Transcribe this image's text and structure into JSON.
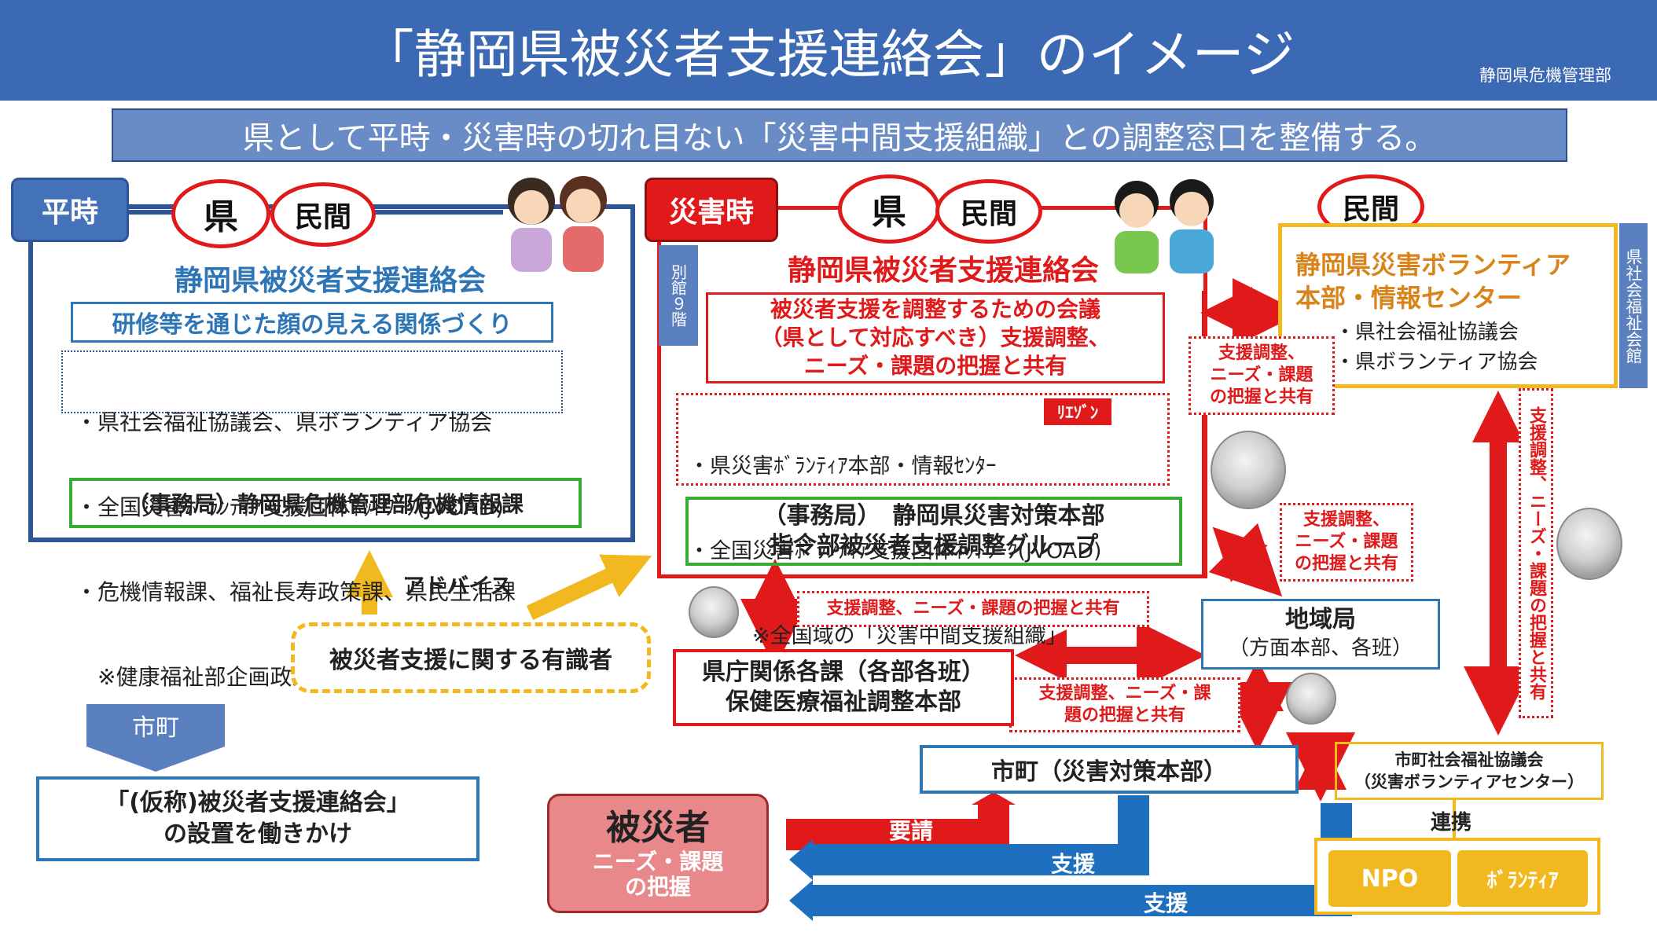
{
  "header": {
    "title": "「静岡県被災者支援連絡会」のイメージ",
    "department": "静岡県危機管理部"
  },
  "subtitle": "県として平時・災害時の切れ目ない「災害中間支援組織」との調整窓口を整備する。",
  "normal": {
    "tab": "平時",
    "pref": "県",
    "private": "民間",
    "name": "静岡県被災者支援連絡会",
    "sub": "研修等を通じた顔の見える関係づくり",
    "list": [
      "・県社会福祉協議会、県ボランティア協会",
      "・全国災害ﾎﾞﾗﾝﾃｨｱ支援団体ﾈｯﾄﾜｰｸ(JVOAD)",
      "・危機情報課、福祉長寿政策課、県民生活課",
      "　※健康福祉部企画政策課がオブザーバ参加"
    ],
    "secretariat": "（事務局）静岡県危機管理部危機情報課"
  },
  "disaster": {
    "tab": "災害時",
    "pref": "県",
    "private": "民間",
    "annex": "別館９階",
    "name": "静岡県被災者支援連絡会",
    "meeting": [
      "被災者支援を調整するための会議",
      "（県として対応すべき）支援調整、",
      "ニーズ・課題の把握と共有"
    ],
    "list": [
      "・県災害ﾎﾞﾗﾝﾃｨｱ本部・情報ｾﾝﾀｰ",
      "・全国災害ﾎﾞﾗﾝﾃｨｱ支援団体ﾈｯﾄﾜｰｸ(JVOAD)",
      "　　　※全国域の「災害中間支援組織」"
    ],
    "liaison": "ﾘｴｿﾞﾝ",
    "secretariat": [
      "（事務局）　静岡県災害対策本部",
      "指令部被災者支援調整グループ"
    ]
  },
  "volunteer_center": {
    "private": "民間",
    "name": [
      "静岡県災害ボランティア",
      "本部・情報センター"
    ],
    "list": [
      "・県社会福祉協議会",
      "・県ボランティア協会"
    ],
    "hall": "県社会福祉会館"
  },
  "labels": {
    "coord_3line": [
      "支援調整、",
      "ニーズ・課題",
      "の把握と共有"
    ],
    "coord_3line_b": [
      "支援調整、",
      "ニーズ・課題",
      "の把握と共有"
    ],
    "coord_1line": "支援調整、ニーズ・課題の把握と共有",
    "coord_2line": [
      "支援調整、ニーズ・課",
      "題の把握と共有"
    ],
    "coord_vertical": "支援調整、ニーズ・課題の把握と共有"
  },
  "boxes": {
    "dept": [
      "県庁関係各課（各部各班）",
      "保健医療福祉調整本部"
    ],
    "region": "地域局",
    "region_sub": "（方面本部、各班）",
    "city": "市町（災害対策本部）",
    "city_welfare": [
      "市町社会福祉協議会",
      "（災害ボランティアセンター）"
    ],
    "renkei": "連携",
    "npo": "NPO",
    "volunteer": "ﾎﾞﾗﾝﾃｨｱ"
  },
  "advisor": "被災者支援に関する有識者",
  "advice": "アドバイス",
  "city_caption": "市町",
  "guide": [
    "「(仮称)被災者支援連絡会」",
    "の設置を働きかけ"
  ],
  "victim": {
    "name": "被災者",
    "sub": [
      "ニーズ・課題",
      "の把握"
    ]
  },
  "arrows": {
    "request": "要請",
    "support_1": "支援",
    "support_2": "支援"
  },
  "colors": {
    "header_blue": "#3b69b3",
    "red": "#e01a1a",
    "blue": "#2e75b6",
    "green": "#3aaa35",
    "yellow": "#f2b81f"
  }
}
